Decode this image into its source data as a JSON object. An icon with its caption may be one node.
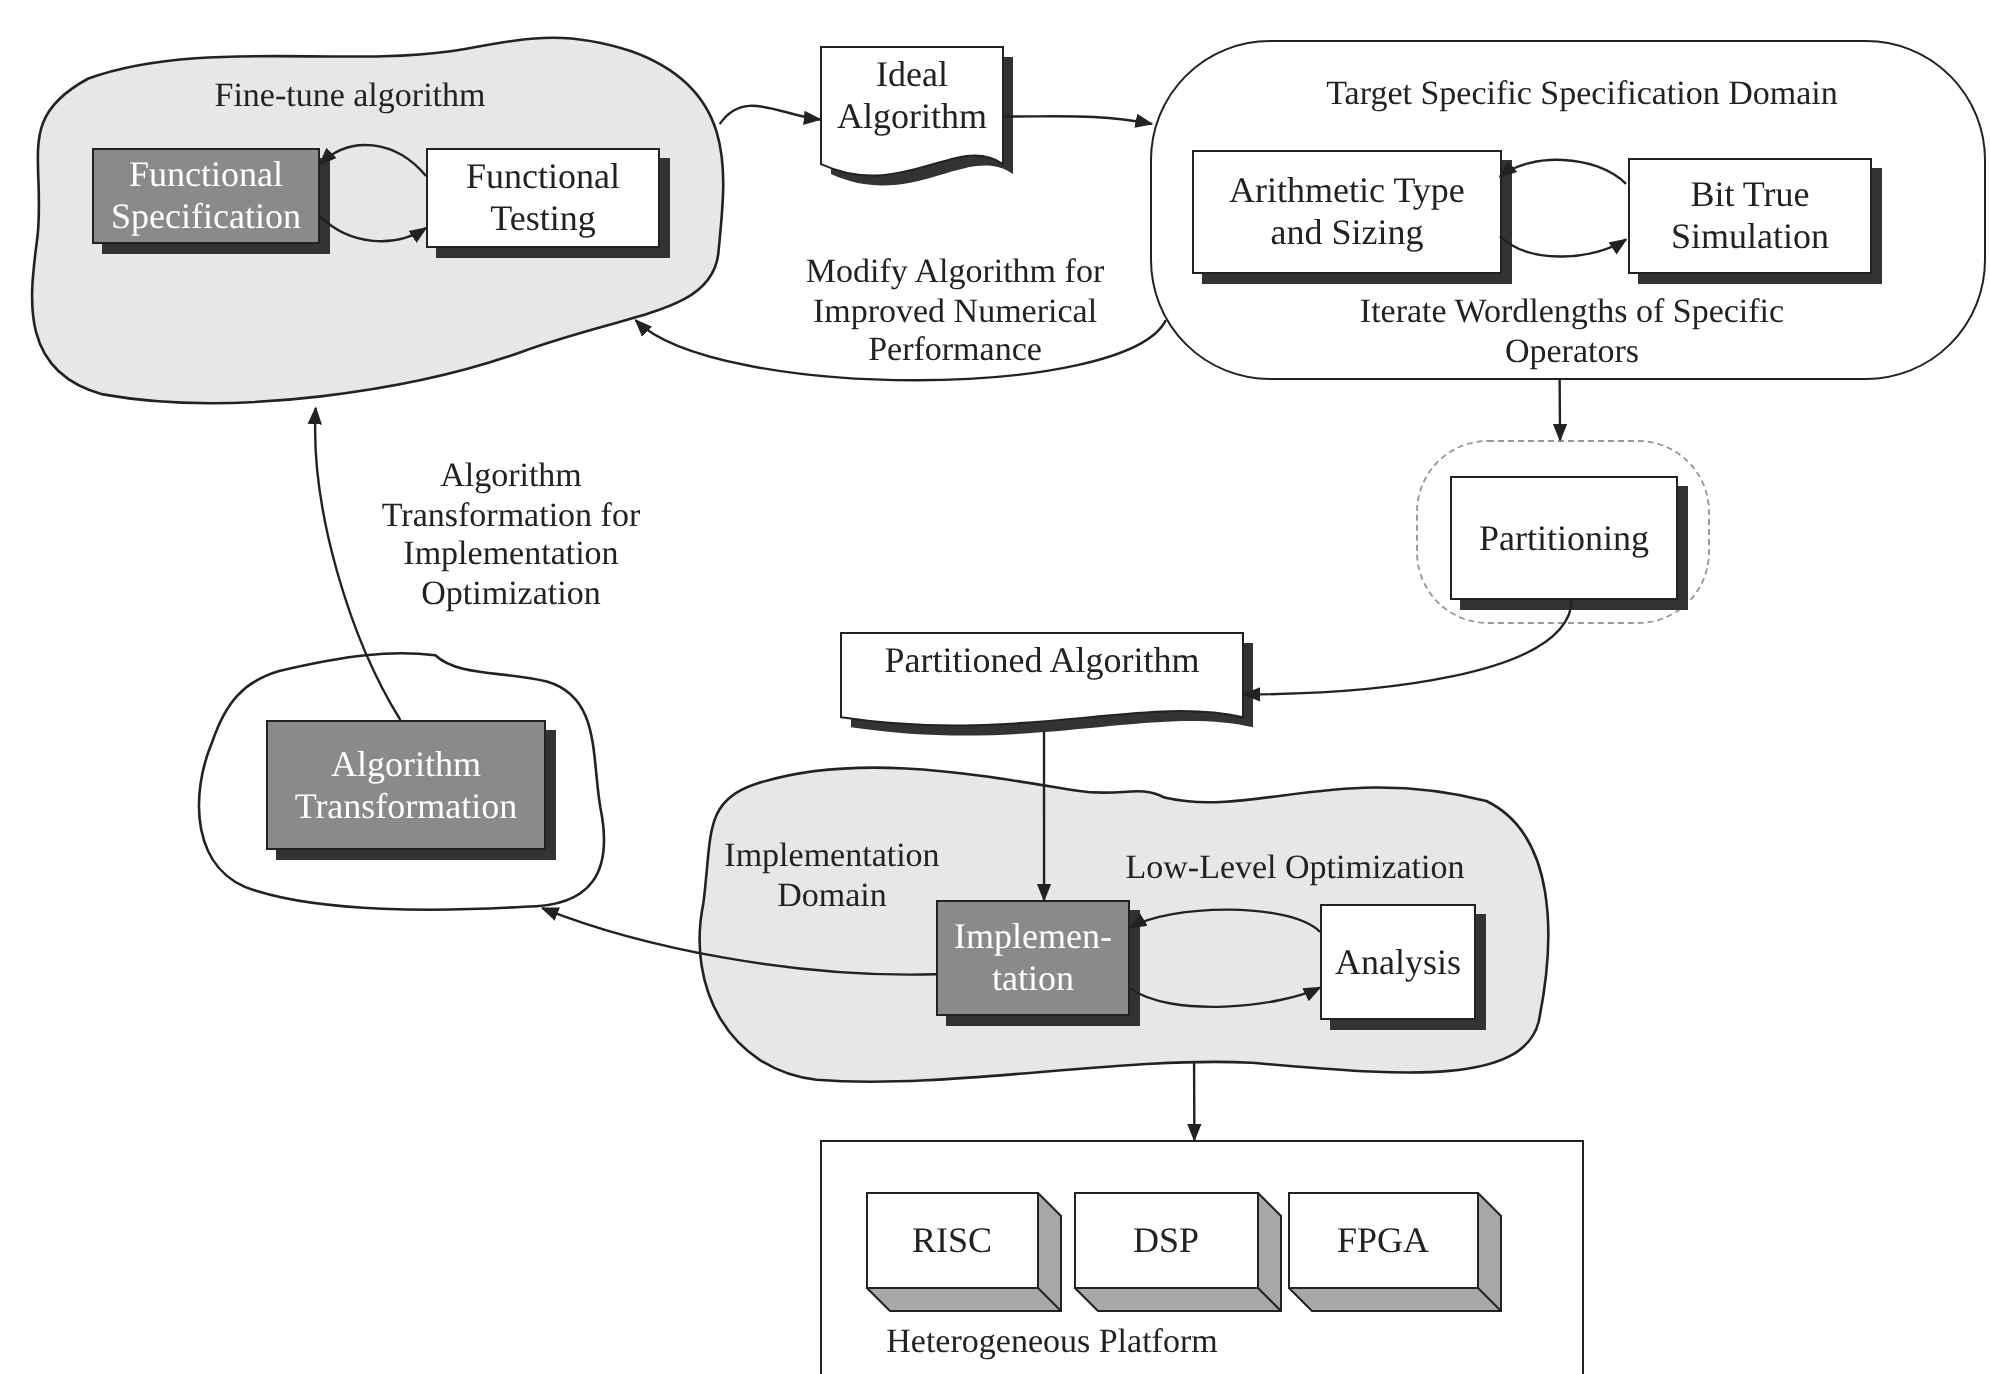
{
  "diagram": {
    "nodes": [
      {
        "text": [
          "Fine-tune algorithm"
        ]
      },
      {
        "text": [
          "Functional Specification"
        ],
        "in": 0
      },
      {
        "text": [
          "Functional Testing"
        ],
        "in": 0
      },
      {
        "text": [
          "Ideal Algorithm"
        ]
      },
      {
        "text": [
          "Target Specific Specification Domain",
          "Iterate Wordlengths of Specific Operators"
        ]
      },
      {
        "text": [
          "Arithmetic Type and Sizing"
        ],
        "in": 4
      },
      {
        "text": [
          "Bit True Simulation"
        ],
        "in": 4
      },
      {
        "text": [],
        "shape": "box"
      },
      {
        "text": [
          "Partitioning"
        ],
        "in": 7
      },
      {
        "text": [
          "Partitioned Algorithm"
        ]
      },
      {
        "text": [],
        "shape": "cloud"
      },
      {
        "text": [
          "Algorithm Transformation"
        ],
        "in": 10
      },
      {
        "text": [
          "Implementation Domain",
          "Low-Level Optimization"
        ]
      },
      {
        "text": [
          "Implemen- tation"
        ],
        "in": 12
      },
      {
        "text": [
          "Analysis"
        ],
        "in": 12
      },
      {
        "text": [
          "Heterogeneous Platform"
        ]
      },
      {
        "text": [
          "RISC"
        ],
        "in": 15
      },
      {
        "text": [
          "DSP"
        ],
        "in": 15
      },
      {
        "text": [
          "FPGA"
        ],
        "in": 15
      }
    ],
    "edges": [
      {
        "from": 0,
        "to": 3,
        "arrow": "to"
      },
      {
        "from": 3,
        "to": 4,
        "arrow": "to"
      },
      {
        "from": 4,
        "to": 0,
        "arrow": "to",
        "label": "Modify Algorithm for Improved Numerical Performance"
      },
      {
        "from": 2,
        "to": 1,
        "arrow": "to"
      },
      {
        "from": 1,
        "to": 2,
        "arrow": "to"
      },
      {
        "from": 6,
        "to": 5,
        "arrow": "to"
      },
      {
        "from": 5,
        "to": 6,
        "arrow": "to"
      },
      {
        "from": 4,
        "to": 7,
        "arrow": "to"
      },
      {
        "from": 8,
        "to": 9,
        "arrow": "to"
      },
      {
        "from": 9,
        "to": 13,
        "arrow": "to"
      },
      {
        "from": 13,
        "to": 10,
        "arrow": "to"
      },
      {
        "from": 11,
        "to": 0,
        "arrow": "to",
        "label": "Algorithm Transformation for Implementation Optimization"
      },
      {
        "from": 14,
        "to": 13,
        "arrow": "to"
      },
      {
        "from": 13,
        "to": 14,
        "arrow": "to"
      },
      {
        "from": 12,
        "to": 15,
        "arrow": "to"
      }
    ]
  }
}
